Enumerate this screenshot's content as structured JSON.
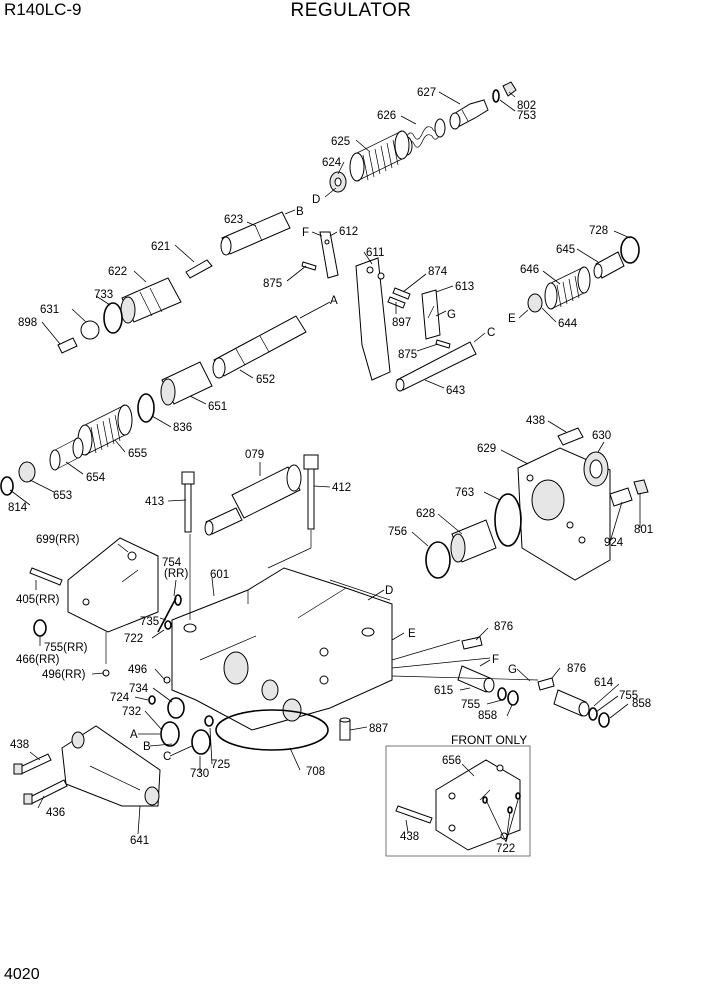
{
  "header": {
    "model": "R140LC-9",
    "title": "REGULATOR"
  },
  "page_number": "4020",
  "inset_title": "FRONT ONLY",
  "callouts": {
    "c627": "627",
    "c802": "802",
    "c753": "753",
    "c626": "626",
    "c625": "625",
    "c624": "624",
    "cD1": "D",
    "cB1": "B",
    "c623": "623",
    "cF1": "F",
    "c612": "612",
    "c621": "621",
    "c611": "611",
    "c874": "874",
    "c613": "613",
    "c875a": "875",
    "c733": "733",
    "c622": "622",
    "cA1": "A",
    "c631": "631",
    "c898": "898",
    "c897": "897",
    "cG1": "G",
    "cC1": "C",
    "c875b": "875",
    "c652": "652",
    "c643": "643",
    "c728": "728",
    "c645": "645",
    "c646": "646",
    "cE1": "E",
    "c644": "644",
    "c651": "651",
    "c836": "836",
    "c655": "655",
    "c654": "654",
    "c653": "653",
    "c814": "814",
    "c079": "079",
    "c413": "413",
    "c412": "412",
    "c438a": "438",
    "c630": "630",
    "c629": "629",
    "c763": "763",
    "c628": "628",
    "c756": "756",
    "c801": "801",
    "c924": "924",
    "c699": "699(RR)",
    "c754": "754",
    "c754rr": "(RR)",
    "c601": "601",
    "cD2": "D",
    "c405": "405(RR)",
    "c735": "735",
    "c722a": "722",
    "cE2": "E",
    "c876a": "876",
    "c755rr": "755(RR)",
    "c466": "466(RR)",
    "cF2": "F",
    "c496": "496",
    "c496rr": "496(RR)",
    "cG2": "G",
    "c876b": "876",
    "c734": "734",
    "c724": "724",
    "c614": "614",
    "c615": "615",
    "c755a": "755",
    "c858a": "858",
    "c755b": "755",
    "c858b": "858",
    "c732": "732",
    "c887": "887",
    "cA2": "A",
    "cB2": "B",
    "cC2": "C",
    "c725": "725",
    "c730": "730",
    "c708": "708",
    "c438b": "438",
    "c436": "436",
    "c641": "641",
    "c656": "656",
    "c438c": "438",
    "c722b": "722"
  }
}
